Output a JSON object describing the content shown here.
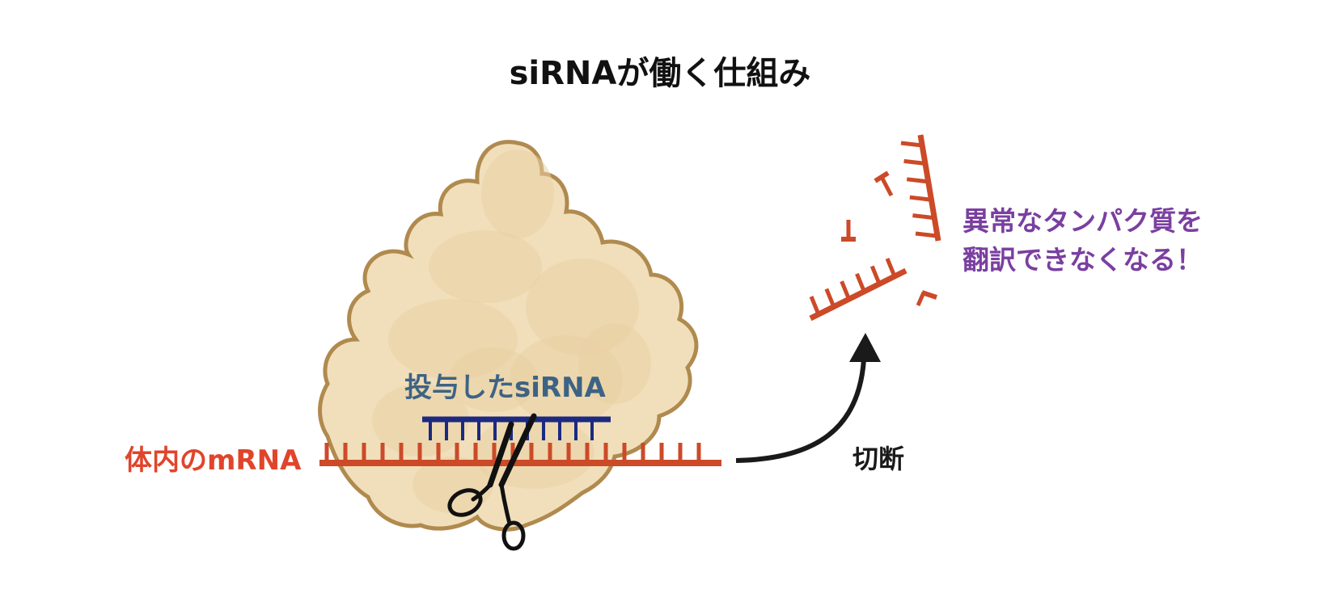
{
  "title": "siRNAが働く仕組み",
  "labels": {
    "sirna": "投与したsiRNA",
    "mrna": "体内のmRNA",
    "cut": "切断",
    "result_line1": "異常なタンパク質を",
    "result_line2": "翻訳できなくなる！"
  },
  "colors": {
    "mrna": "#cc4a28",
    "mrna_label": "#e0452b",
    "sirna": "#1b2a80",
    "sirna_label": "#3d6384",
    "result": "#7a3fa0",
    "protein_fill": "#f1dfbb",
    "protein_outline": "#b08a4e",
    "arrow": "#1a1a1a",
    "scissors": "#111111"
  },
  "icons": {
    "complex": "ribosome-complex-icon",
    "scissors": "scissors-icon",
    "arrow": "curved-arrow-icon"
  }
}
